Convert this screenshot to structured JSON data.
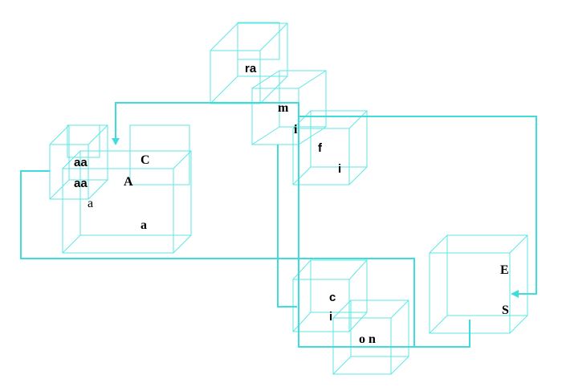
{
  "colors": {
    "stroke": "#5ee6e6",
    "connector": "#3fdcdc",
    "text": "#000000"
  },
  "labels": {
    "ra": "ra",
    "m": "m",
    "i_top": "i",
    "f": "f",
    "i_f": "i",
    "aa1": "aa",
    "aa2": "aa",
    "C": "C",
    "A": "A",
    "a_small": "a",
    "a_large": "a",
    "c": "c",
    "i_c": "i",
    "on": "o n",
    "E": "E",
    "S": "S"
  }
}
